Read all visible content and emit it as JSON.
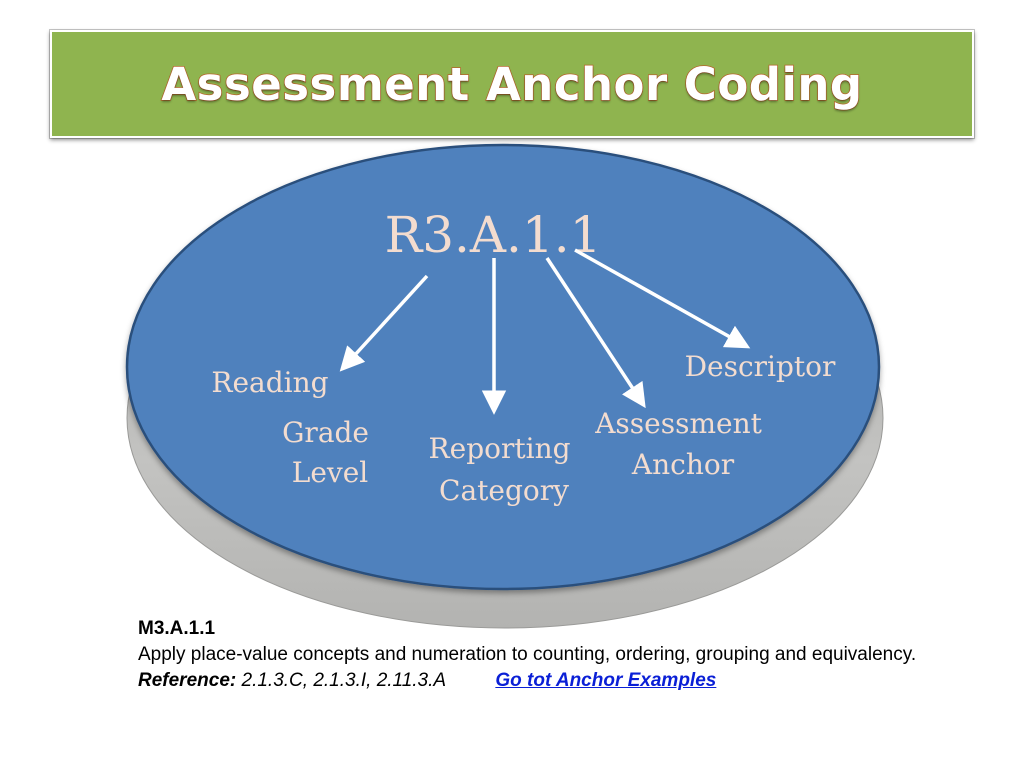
{
  "title": "Assessment Anchor Coding",
  "diagram": {
    "code": "R3.A.1.1",
    "labels": {
      "reading": "Reading",
      "grade_level": [
        "Grade",
        "Level"
      ],
      "reporting_category": [
        "Reporting",
        "Category"
      ],
      "assessment_anchor": [
        "Assessment",
        "Anchor"
      ],
      "descriptor": "Descriptor"
    },
    "colors": {
      "disc_fill": "#4f81bd",
      "disc_edge": "#2b4f7c",
      "disc_side": "#bfbfbd",
      "label_text": "#f3dccf",
      "code_text": "#f3dccf",
      "arrow": "#ffffff"
    }
  },
  "caption": {
    "code": "M3.A.1.1",
    "description": "Apply place-value concepts and numeration to counting, ordering, grouping and equivalency.",
    "reference_label": "Reference:",
    "reference_values": "2.1.3.C, 2.1.3.I, 2.11.3.A",
    "link_text": "Go tot Anchor Examples",
    "link_color": "#0a1fd6"
  },
  "title_colors": {
    "banner": "#8fb44f",
    "text": "#ffffff",
    "outline": "#b7652a"
  }
}
